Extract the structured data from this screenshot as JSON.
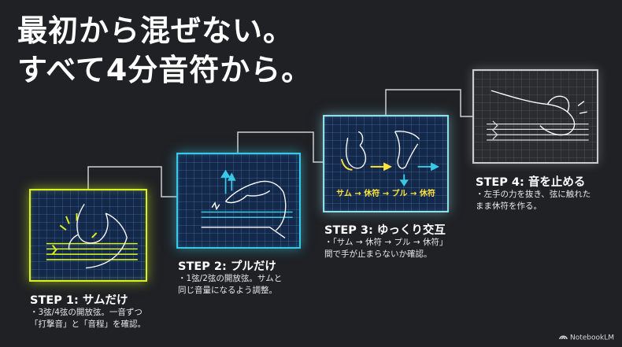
{
  "title": {
    "line1": "最初から混ぜない。",
    "line2": "すべて4分音符から。"
  },
  "steps": [
    {
      "title": "STEP 1: サムだけ",
      "desc_line1": "・3弦/4弦の開放弦。一音ずつ",
      "desc_line2": "「打撃音」と「音程」を確認。",
      "accent": "#d9f21d",
      "illustration": "thumb-strike-icon"
    },
    {
      "title": "STEP 2: プルだけ",
      "desc_line1": "・1弦/2弦の開放弦。サムと",
      "desc_line2": "同じ音量になるよう調整。",
      "accent": "#38c9e6",
      "illustration": "finger-pull-icon"
    },
    {
      "title": "STEP 3: ゆっくり交互",
      "desc_line1": "・「サム → 休符 → プル → 休符」",
      "desc_line2": "間で手が止まらないか確認。",
      "accent": "#8fe0e8",
      "illustration": "alternate-hands-icon",
      "panel_label": "サム → 休符 → プル → 休符"
    },
    {
      "title": "STEP 4: 音を止める",
      "desc_line1": "・左手の力を抜き、弦に触れた",
      "desc_line2": "まま休符を作る。",
      "accent": "#c9cdd2",
      "illustration": "mute-hand-icon"
    }
  ],
  "footer": {
    "brand": "NotebookLM"
  }
}
